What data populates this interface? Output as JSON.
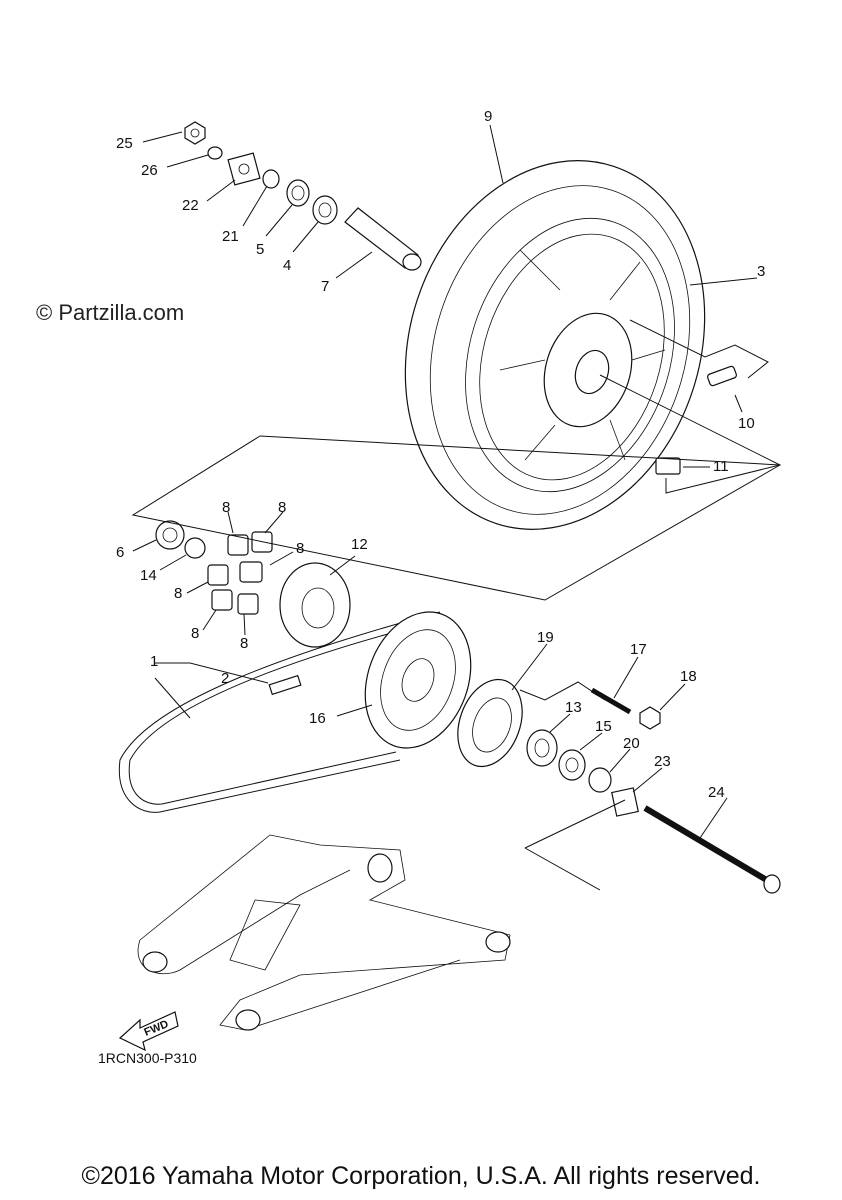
{
  "watermark": "© Partzilla.com",
  "diagram_code": "1RCN300-P310",
  "copyright": "©2016 Yamaha Motor Corporation, U.S.A. All rights reserved.",
  "fwd_label": "FWD",
  "callouts": {
    "c1": "1",
    "c2": "2",
    "c3": "3",
    "c4": "4",
    "c5": "5",
    "c6": "6",
    "c7": "7",
    "c8a": "8",
    "c8b": "8",
    "c8c": "8",
    "c8d": "8",
    "c8e": "8",
    "c8f": "8",
    "c9": "9",
    "c10": "10",
    "c11": "11",
    "c12": "12",
    "c13": "13",
    "c14": "14",
    "c15": "15",
    "c16": "16",
    "c17": "17",
    "c18": "18",
    "c19": "19",
    "c20": "20",
    "c21": "21",
    "c22": "22",
    "c23": "23",
    "c24": "24",
    "c25": "25",
    "c26": "26"
  }
}
